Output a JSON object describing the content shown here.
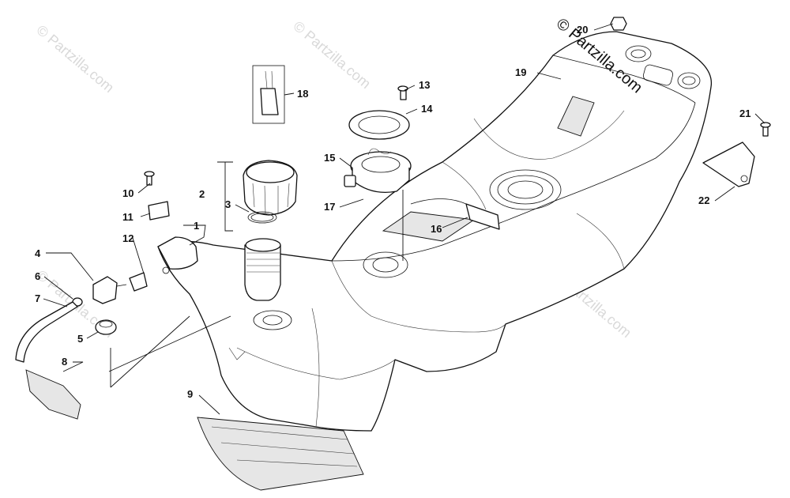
{
  "watermark": {
    "main": "© Partzilla.com",
    "faint": "© Partzilla.com"
  },
  "callouts": [
    {
      "id": "1",
      "label": "1"
    },
    {
      "id": "2",
      "label": "2"
    },
    {
      "id": "3",
      "label": "3"
    },
    {
      "id": "4",
      "label": "4"
    },
    {
      "id": "5",
      "label": "5"
    },
    {
      "id": "6",
      "label": "6"
    },
    {
      "id": "7",
      "label": "7"
    },
    {
      "id": "8",
      "label": "8"
    },
    {
      "id": "9",
      "label": "9"
    },
    {
      "id": "10",
      "label": "10"
    },
    {
      "id": "11",
      "label": "11"
    },
    {
      "id": "12",
      "label": "12"
    },
    {
      "id": "13",
      "label": "13"
    },
    {
      "id": "14",
      "label": "14"
    },
    {
      "id": "15",
      "label": "15"
    },
    {
      "id": "16",
      "label": "16"
    },
    {
      "id": "17",
      "label": "17"
    },
    {
      "id": "18",
      "label": "18"
    },
    {
      "id": "19",
      "label": "19"
    },
    {
      "id": "20",
      "label": "20"
    },
    {
      "id": "21",
      "label": "21"
    },
    {
      "id": "22",
      "label": "22"
    }
  ]
}
